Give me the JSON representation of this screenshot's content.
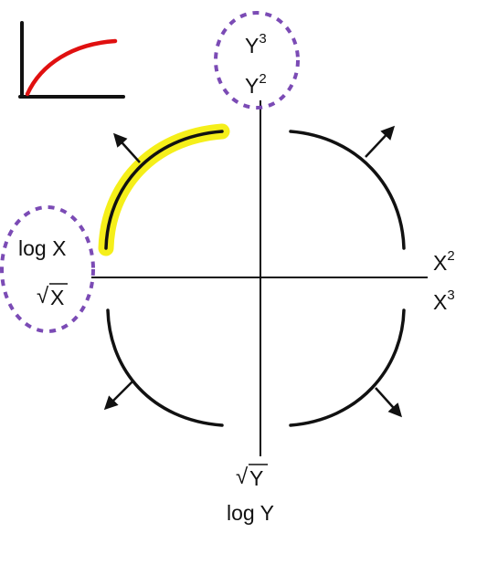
{
  "diagram": {
    "labels": {
      "top": [
        {
          "base": "Y",
          "exp": "3"
        },
        {
          "base": "Y",
          "exp": "2"
        }
      ],
      "left": [
        {
          "text": "log X"
        },
        {
          "text": "X",
          "root": true
        }
      ],
      "right": [
        {
          "base": "X",
          "exp": "2"
        },
        {
          "base": "X",
          "exp": "3"
        }
      ],
      "bottom": [
        {
          "text": "Y",
          "root": true
        },
        {
          "text": "log Y"
        }
      ]
    },
    "root_glyph": "√",
    "highlighted_quadrant": "top-left",
    "colors": {
      "axis": "#111111",
      "curve": "#111111",
      "highlight": "#f5ef1a",
      "circle": "#7b4bb5",
      "sketch_curve": "#e01010"
    },
    "inset_sketch": {
      "shape": "concave rising curve on axes"
    }
  }
}
